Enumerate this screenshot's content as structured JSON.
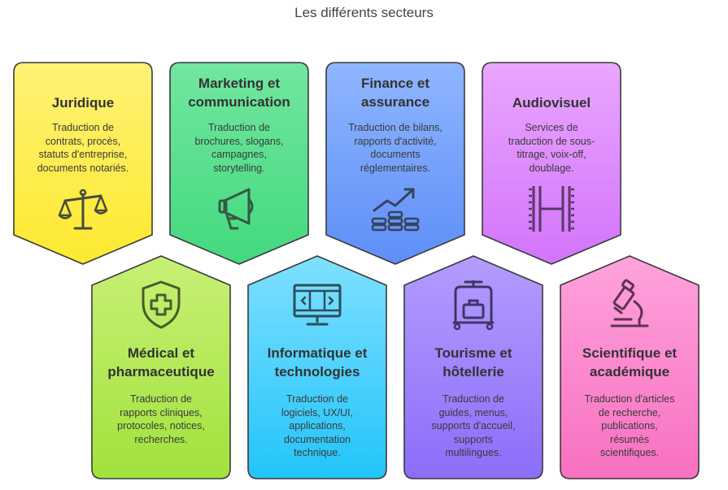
{
  "title": "Les différents secteurs",
  "cards": [
    {
      "id": "juridique",
      "title": [
        "Juridique"
      ],
      "desc": [
        "Traduction de",
        "contrats, procès,",
        "statuts d'entreprise,",
        "documents notariés."
      ],
      "icon": "scales-icon",
      "color_top": "#fff176",
      "color_bottom": "#fde92e",
      "stroke": "#4a4a3a"
    },
    {
      "id": "marketing",
      "title": [
        "Marketing et",
        "communication"
      ],
      "desc": [
        "Traduction de",
        "brochures, slogans,",
        "campagnes,",
        "storytelling."
      ],
      "icon": "megaphone-icon",
      "color_top": "#72e6a0",
      "color_bottom": "#43d97e",
      "stroke": "#355a40"
    },
    {
      "id": "finance",
      "title": [
        "Finance et",
        "assurance"
      ],
      "desc": [
        "Traduction de bilans,",
        "rapports d'activité,",
        "documents",
        "réglementaires."
      ],
      "icon": "growth-chart-icon",
      "color_top": "#8fb6ff",
      "color_bottom": "#5e8ef8",
      "stroke": "#34445e"
    },
    {
      "id": "audiovisuel",
      "title": [
        "Audiovisuel"
      ],
      "desc": [
        "Services de",
        "traduction de sous-",
        "titrage, voix-off,",
        "doublage."
      ],
      "icon": "film-strip-icon",
      "color_top": "#e9a6ff",
      "color_bottom": "#d374fb",
      "stroke": "#5a3766"
    },
    {
      "id": "medical",
      "title": [
        "Médical et",
        "pharmaceutique"
      ],
      "desc": [
        "Traduction de",
        "rapports cliniques,",
        "protocoles, notices,",
        "recherches."
      ],
      "icon": "medical-shield-icon",
      "color_top": "#c8f075",
      "color_bottom": "#a1e23c",
      "stroke": "#4a5a2e"
    },
    {
      "id": "informatique",
      "title": [
        "Informatique et",
        "technologies"
      ],
      "desc": [
        "Traduction de",
        "logiciels, UX/UI,",
        "applications,",
        "documentation",
        "technique."
      ],
      "icon": "monitor-icon",
      "color_top": "#7fe0ff",
      "color_bottom": "#22c4fa",
      "stroke": "#2e4d5a"
    },
    {
      "id": "tourisme",
      "title": [
        "Tourisme et",
        "hôtellerie"
      ],
      "desc": [
        "Traduction de",
        "guides, menus,",
        "supports d'accueil,",
        "supports",
        "multilingues."
      ],
      "icon": "luggage-cart-icon",
      "color_top": "#b49cff",
      "color_bottom": "#8c6df9",
      "stroke": "#3f3566"
    },
    {
      "id": "scientifique",
      "title": [
        "Scientifique et",
        "académique"
      ],
      "desc": [
        "Traduction d'articles",
        "de recherche,",
        "publications,",
        "résumés",
        "scientifiques."
      ],
      "icon": "microscope-icon",
      "color_top": "#ffa3dc",
      "color_bottom": "#f870c1",
      "stroke": "#5e3350"
    }
  ]
}
